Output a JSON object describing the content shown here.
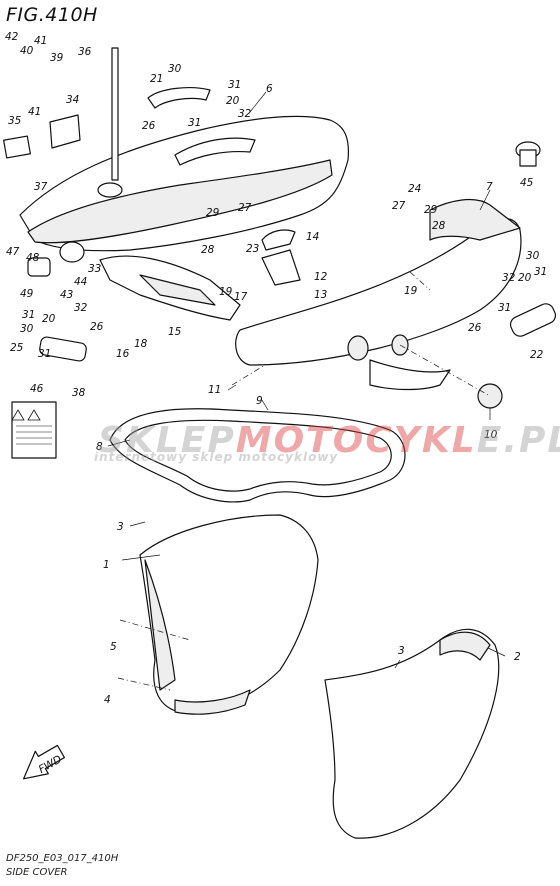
{
  "header": {
    "figure_code": "FIG.410H"
  },
  "footer": {
    "drawing_code": "DF250_E03_017_410H",
    "section_name": "SIDE COVER"
  },
  "watermark": {
    "text_prefix": "SKLEP",
    "text_highlight": "MOTOCYKL",
    "text_suffix": "E.PL",
    "subtext": "internetowy sklep motocyklowy"
  },
  "fwd_label": "FWD",
  "callouts": {
    "c1": "1",
    "c2": "2",
    "c3a": "3",
    "c3b": "3",
    "c4": "4",
    "c5": "5",
    "c6": "6",
    "c7": "7",
    "c8": "8",
    "c9": "9",
    "c10": "10",
    "c11": "11",
    "c12": "12",
    "c13": "13",
    "c14": "14",
    "c15": "15",
    "c16": "16",
    "c17": "17",
    "c18": "18",
    "c19a": "19",
    "c19b": "19",
    "c20a": "20",
    "c20b": "20",
    "c20c": "20",
    "c21": "21",
    "c22": "22",
    "c23": "23",
    "c24": "24",
    "c25": "25",
    "c26a": "26",
    "c26b": "26",
    "c26c": "26",
    "c27a": "27",
    "c27b": "27",
    "c28a": "28",
    "c28b": "28",
    "c29a": "29",
    "c29b": "29",
    "c30a": "30",
    "c30b": "30",
    "c30c": "30",
    "c31a": "31",
    "c31b": "31",
    "c31c": "31",
    "c31d": "31",
    "c31e": "31",
    "c31f": "31",
    "c32a": "32",
    "c32b": "32",
    "c32c": "32",
    "c33": "33",
    "c34": "34",
    "c35": "35",
    "c36": "36",
    "c37": "37",
    "c38": "38",
    "c39": "39",
    "c40": "40",
    "c41a": "41",
    "c41b": "41",
    "c42": "42",
    "c43": "43",
    "c44": "44",
    "c45": "45",
    "c46": "46",
    "c47": "47",
    "c48": "48",
    "c49": "49"
  }
}
